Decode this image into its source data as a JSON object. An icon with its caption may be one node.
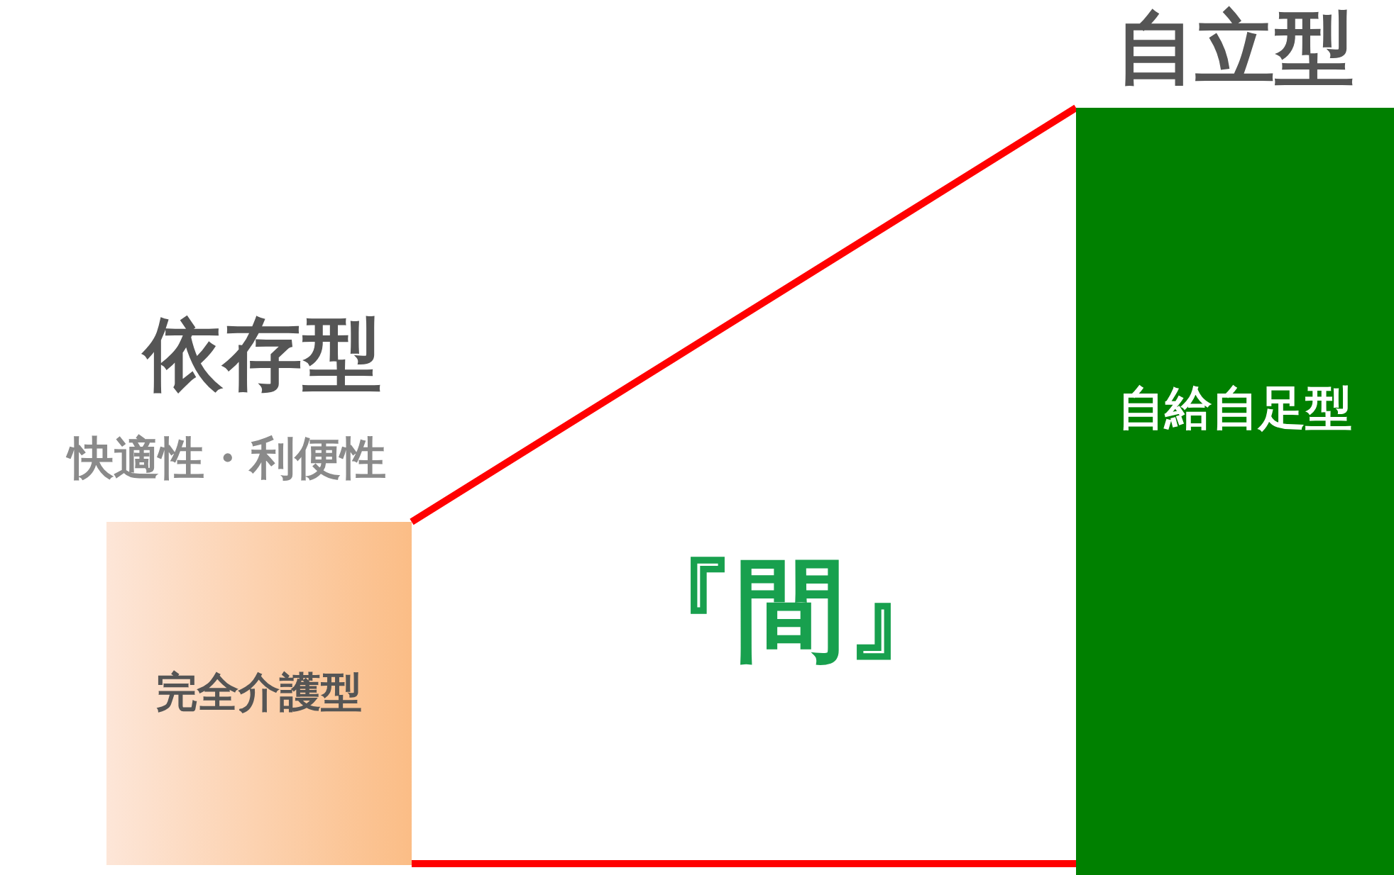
{
  "diagram": {
    "nodes": [
      {
        "text": [
          "依存型",
          "快適性・利便性",
          "完全介護型"
        ]
      },
      {
        "text": [
          "自立型",
          "自給自足型"
        ]
      }
    ],
    "edges": [
      {
        "from": 0,
        "to": 1,
        "arrow": "none"
      },
      {
        "from": 0,
        "to": 1,
        "arrow": "none"
      }
    ],
    "labels": [
      "『間』"
    ]
  }
}
